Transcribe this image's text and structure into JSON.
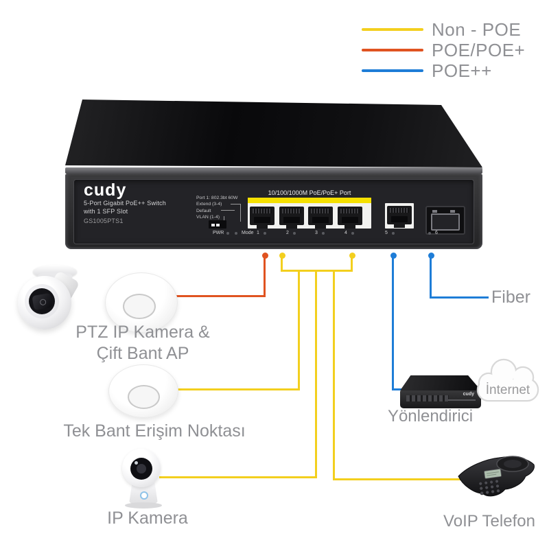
{
  "legend": {
    "items": [
      {
        "label": "Non - POE",
        "color": "#F3CF1E"
      },
      {
        "label": "POE/POE+",
        "color": "#E05320"
      },
      {
        "label": "POE++",
        "color": "#1E7DD7"
      }
    ]
  },
  "switch": {
    "brand": "cudy",
    "title_line1": "5-Port Gigabit PoE++ Switch",
    "title_line2": "with 1 SFP Slot",
    "model": "GS1005PTS1",
    "dip_lines": [
      "Port 1: 802.3bt 60W",
      "Extend (3-4)",
      "Default",
      "VLAN (1-4)"
    ],
    "port_banner": "10/100/1000M PoE/PoE+ Port",
    "pwr_label": "PWR",
    "mode_label": "Mode",
    "port_numbers": [
      "1",
      "2",
      "3",
      "4",
      "5",
      "6"
    ]
  },
  "devices": {
    "camera_ap": {
      "label_line1": "PTZ IP Kamera &",
      "label_line2": "Çift Bant AP"
    },
    "single_ap": {
      "label": "Tek Bant Erişim Noktası"
    },
    "ip_camera": {
      "label": "IP Kamera"
    },
    "fiber": {
      "label": "Fiber"
    },
    "router": {
      "label": "Yönlendirici",
      "brand": "cudy"
    },
    "internet": {
      "label": "İnternet"
    },
    "voip": {
      "label": "VoIP Telefon"
    }
  },
  "colors": {
    "non_poe_yellow": "#F3CF1E",
    "poe_orange": "#E05320",
    "poe_pp_blue": "#1E7DD7",
    "label_gray": "#8F9094",
    "port_strip_yellow": "#F5E000"
  }
}
